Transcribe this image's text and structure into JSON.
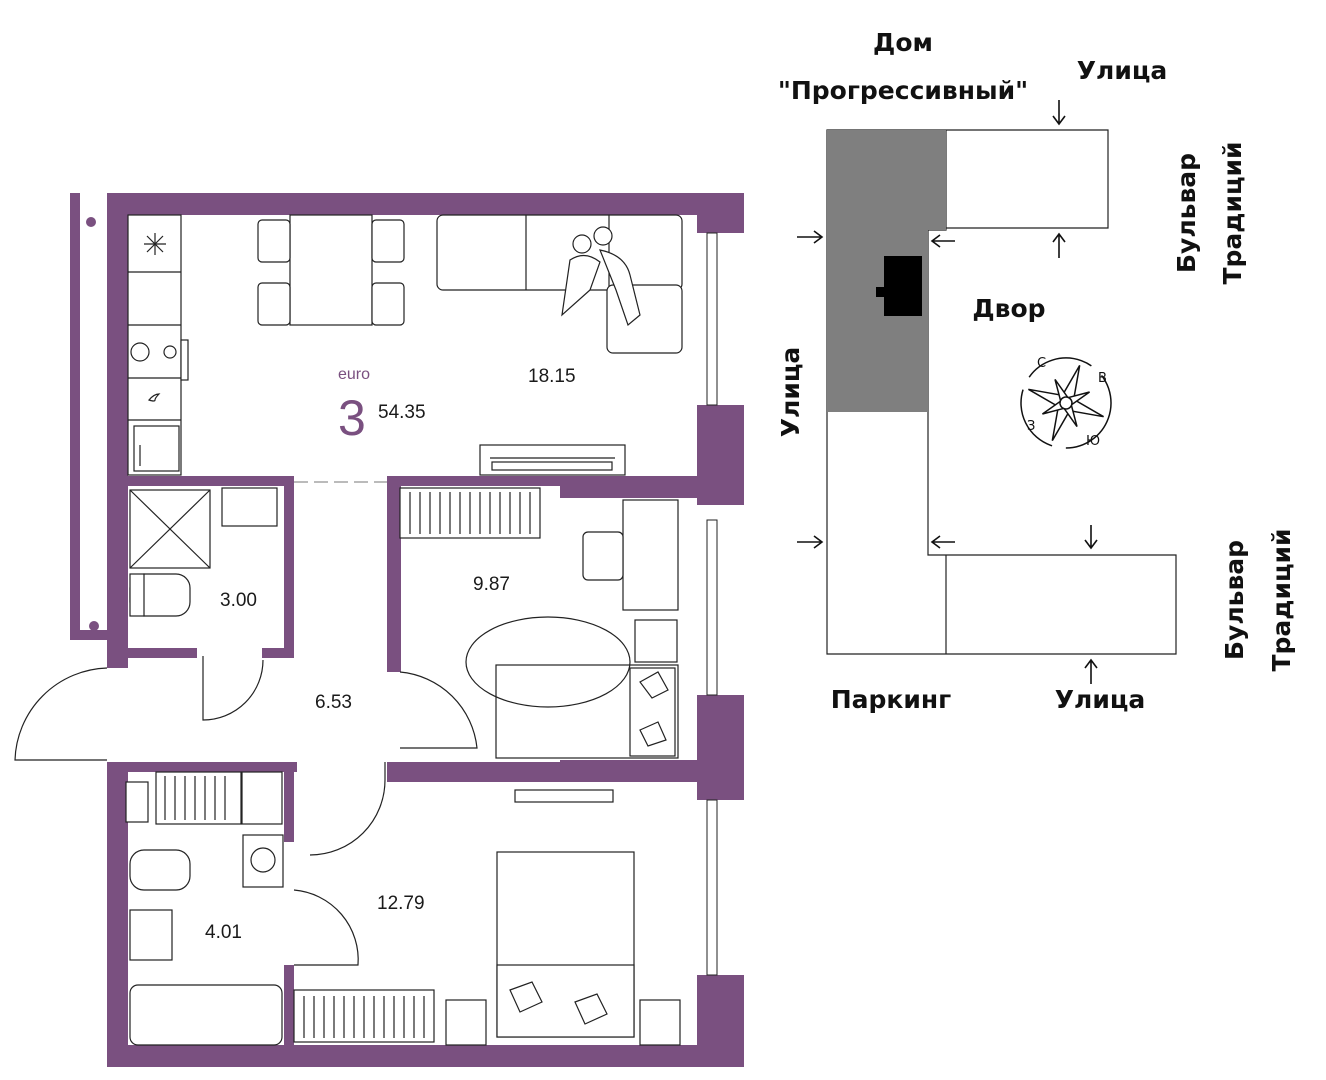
{
  "colors": {
    "wall": "#7a5080",
    "accent": "#7a5080",
    "house_fill": "#7f7f7f",
    "house_marker": "#000000",
    "line": "#222222"
  },
  "apartment": {
    "type_label": "euro",
    "rooms": "3",
    "total_area": "54.35"
  },
  "rooms": [
    {
      "id": "living-kitchen",
      "area": "18.15"
    },
    {
      "id": "shower",
      "area": "3.00"
    },
    {
      "id": "bedroom-1",
      "area": "9.87"
    },
    {
      "id": "hall",
      "area": "6.53"
    },
    {
      "id": "bathroom",
      "area": "4.01"
    },
    {
      "id": "bedroom-2",
      "area": "12.79"
    }
  ],
  "site_plan": {
    "house_line1": "Дом",
    "house_line2": "\"Прогрессивный\"",
    "street_top": "Улица",
    "street_left": "Улица",
    "street_bottom": "Улица",
    "boulevard_top_line1": "Бульвар",
    "boulevard_top_line2": "Традиций",
    "boulevard_bottom_line1": "Бульвар",
    "boulevard_bottom_line2": "Традиций",
    "yard": "Двор",
    "parking": "Паркинг",
    "compass": {
      "north": "С",
      "east": "В",
      "south": "Ю",
      "west": "З"
    }
  }
}
